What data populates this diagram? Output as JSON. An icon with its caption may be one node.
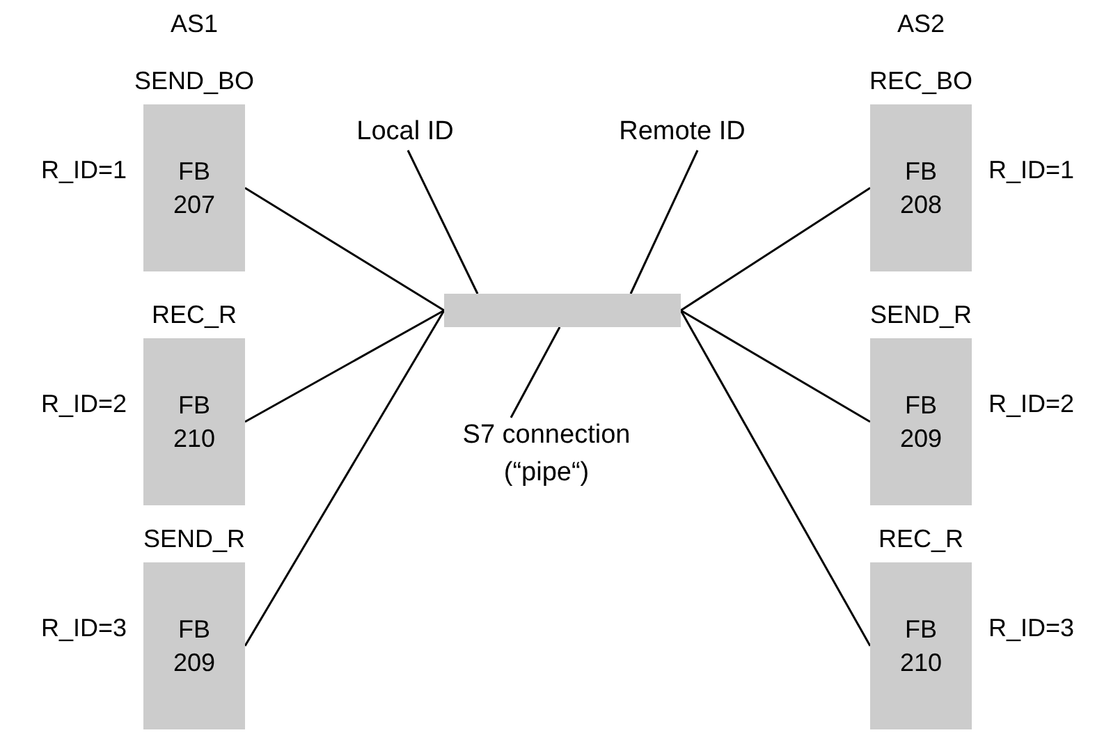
{
  "diagram": {
    "nodes": [
      {
        "text": [
          "SEND_BO",
          "FB 207"
        ],
        "beside": [
          "R_ID=1"
        ]
      },
      {
        "text": [
          "REC_R",
          "FB 210"
        ],
        "beside": [
          "R_ID=2"
        ]
      },
      {
        "text": [
          "SEND_R",
          "FB 209"
        ],
        "beside": [
          "R_ID=3"
        ]
      },
      {
        "text": [],
        "shape": "bar"
      },
      {
        "text": [
          "REC_BO",
          "FB 208"
        ],
        "beside": [
          "R_ID=1"
        ]
      },
      {
        "text": [
          "SEND_R",
          "FB 209"
        ],
        "beside": [
          "R_ID=2"
        ]
      },
      {
        "text": [
          "REC_R",
          "FB 210"
        ],
        "beside": [
          "R_ID=3"
        ]
      },
      {
        "text": [
          "Local ID"
        ]
      },
      {
        "text": [
          "Remote ID"
        ]
      },
      {
        "text": [
          "S7 connection (“pipe“)"
        ]
      }
    ],
    "edges": [
      {
        "from": 0,
        "to": 3,
        "arrow": "none"
      },
      {
        "from": 1,
        "to": 3,
        "arrow": "none"
      },
      {
        "from": 2,
        "to": 3,
        "arrow": "none"
      },
      {
        "from": 3,
        "to": 4,
        "arrow": "none"
      },
      {
        "from": 3,
        "to": 5,
        "arrow": "none"
      },
      {
        "from": 3,
        "to": 6,
        "arrow": "none"
      },
      {
        "from": 7,
        "to": 3,
        "arrow": "none"
      },
      {
        "from": 8,
        "to": 3,
        "arrow": "none"
      },
      {
        "from": 9,
        "to": 3,
        "arrow": "none"
      }
    ],
    "labels": [
      "AS1",
      "AS2"
    ]
  }
}
